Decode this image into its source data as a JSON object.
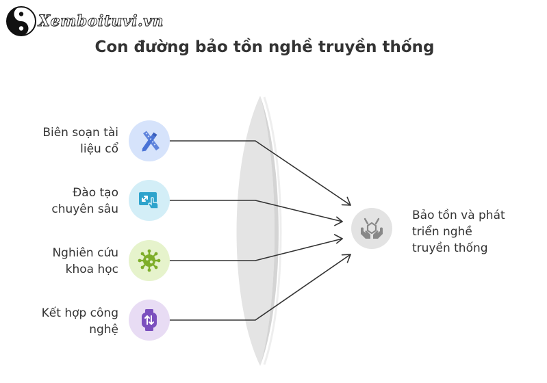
{
  "brand": {
    "logo_text": "Xemboituvi.vn"
  },
  "title": "Con đường bảo tồn nghề truyền thống",
  "inputs": [
    {
      "line1": "Biên soạn tài",
      "line2": "liệu cổ",
      "icon": "pen-ruler-icon",
      "bg": "#d6e3fb",
      "color": "#4a73d6"
    },
    {
      "line1": "Đào tạo",
      "line2": "chuyên sâu",
      "icon": "touch-screen-icon",
      "bg": "#d3eef7",
      "color": "#2ea3cc"
    },
    {
      "line1": "Nghiên cứu",
      "line2": "khoa học",
      "icon": "microbe-icon",
      "bg": "#e6f3cc",
      "color": "#7eae2a"
    },
    {
      "line1": "Kết hợp công",
      "line2": "nghệ",
      "icon": "smartwatch-sync-icon",
      "bg": "#e8dcf4",
      "color": "#7b4fbe"
    }
  ],
  "output": {
    "line1": "Bảo tồn và phát",
    "line2": "triển nghề",
    "line3": "truyền thống",
    "icon": "hands-holding-gem-icon",
    "bg": "#e3e3e3",
    "color": "#888888"
  },
  "colors": {
    "arrow": "#333333",
    "lens": "#e6e6e6",
    "text": "#333333"
  }
}
